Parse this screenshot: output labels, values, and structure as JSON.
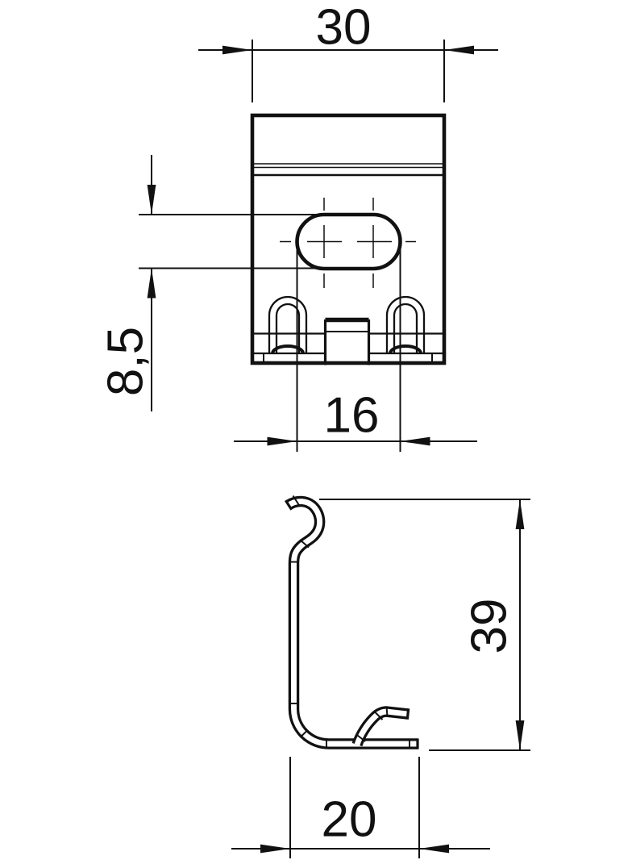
{
  "drawing": {
    "colors": {
      "line": "#111111",
      "background": "#ffffff"
    },
    "dimensions": {
      "overall_width": {
        "value": "30"
      },
      "slot_height": {
        "value": "8,5"
      },
      "slot_width": {
        "value": "16"
      },
      "overall_height": {
        "value": "39"
      },
      "foot_depth": {
        "value": "20"
      }
    }
  }
}
